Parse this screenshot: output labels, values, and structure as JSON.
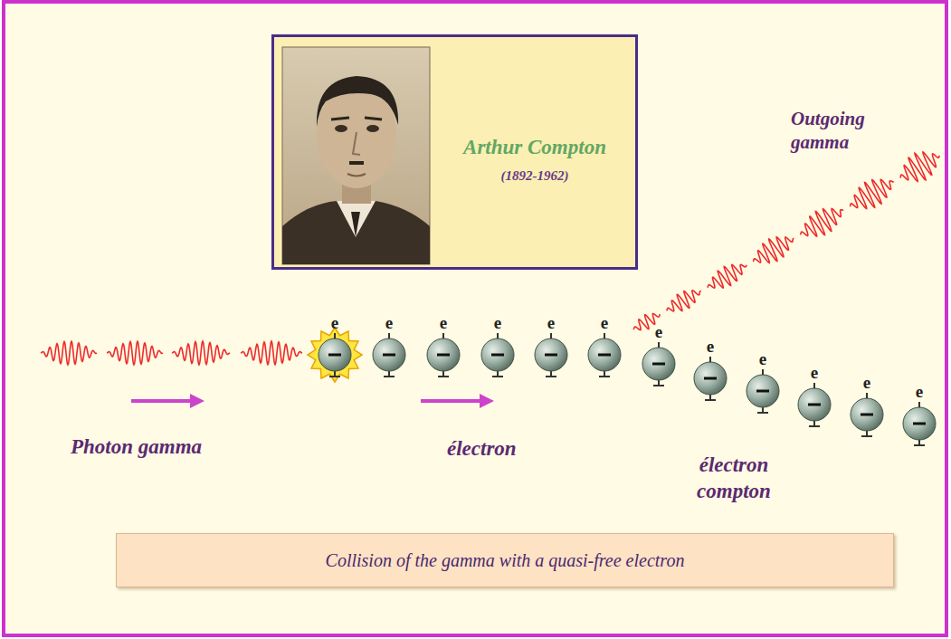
{
  "diagram": {
    "nodes": [
      {
        "text": [
          "Arthur Compton",
          "(1892-1962)"
        ]
      },
      {
        "text": [
          "Collision of the gamma with a quasi-free electron"
        ]
      }
    ],
    "labels": [
      "Outgoing gamma",
      "e",
      "e",
      "e",
      "e",
      "e",
      "e",
      "e",
      "e",
      "e",
      "e",
      "e",
      "e",
      "Photon gamma",
      "électron",
      "électron compton"
    ]
  }
}
